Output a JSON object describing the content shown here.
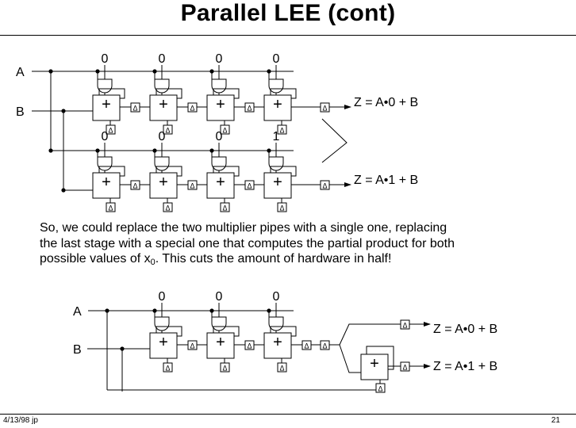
{
  "title": "Parallel LEE (cont)",
  "paragraph": {
    "line1": "So, we could replace the two multiplier pipes with a single one, replacing",
    "line2": "the last stage with a special one that computes the partial product for both",
    "line3_pre": "possible values of x",
    "line3_sub": "0",
    "line3_post": ".  This cuts the amount of hardware in half!"
  },
  "top_diagram": {
    "input_a": "A",
    "input_b": "B",
    "pipe1_bits": [
      "0",
      "0",
      "0",
      "0"
    ],
    "pipe2_bits": [
      "0",
      "0",
      "0",
      "1"
    ],
    "output1": "Z = A•0 + B",
    "output2": "Z = A•1 + B"
  },
  "bottom_diagram": {
    "input_a": "A",
    "input_b": "B",
    "bits": [
      "0",
      "0",
      "0"
    ],
    "output1": "Z = A•0 + B",
    "output2": "Z = A•1 + B"
  },
  "symbols": {
    "adder": "+",
    "delay": "Δ"
  },
  "footer": {
    "left": "4/13/98  jp",
    "right": "21"
  }
}
